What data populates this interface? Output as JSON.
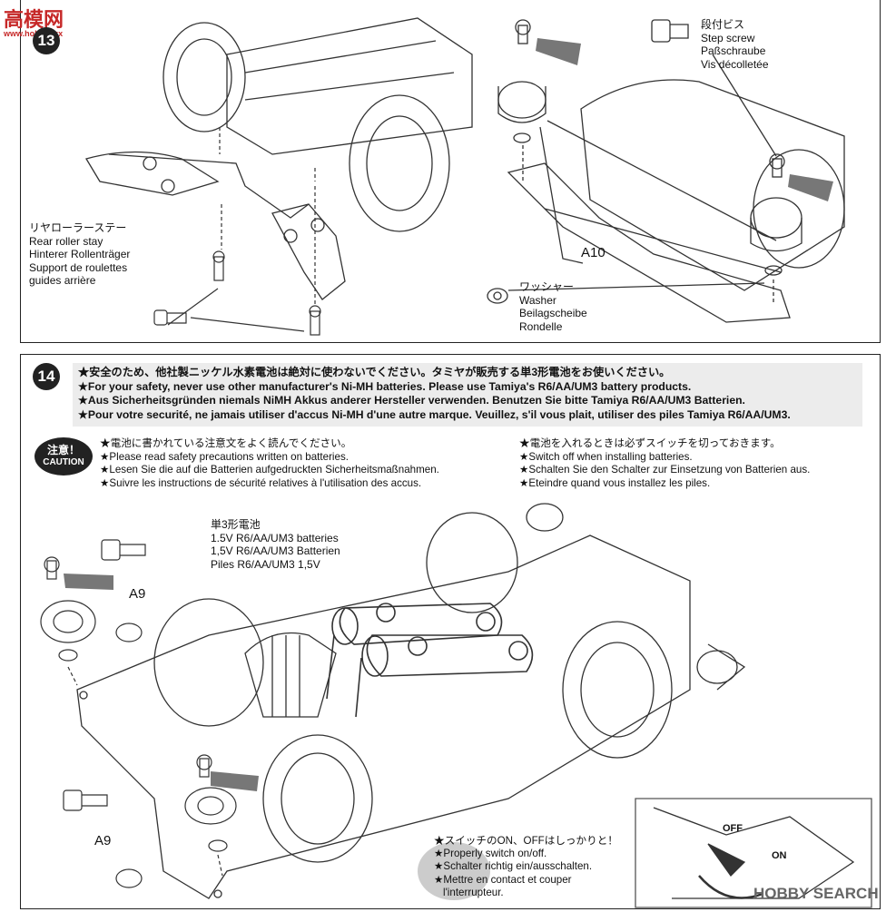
{
  "watermark_top": {
    "logo": "高",
    "site": "模网",
    "url": "www.hobbyxxx"
  },
  "watermark_bottom": "HOBBY SEARCH",
  "step13": {
    "number": "13",
    "rear_roller_stay": [
      "リヤローラーステー",
      "Rear roller stay",
      "Hinterer Rollenträger",
      "Support de roulettes",
      "guides arrière"
    ],
    "step_screw": [
      "段付ビス",
      "Step screw",
      "Paßschraube",
      "Vis décolletée"
    ],
    "washer": [
      "ワッシャー",
      "Washer",
      "Beilagscheibe",
      "Rondelle"
    ],
    "part_a10": "A10"
  },
  "step14": {
    "number": "14",
    "warning": [
      "★安全のため、他社製ニッケル水素電池は絶対に使わないでください。タミヤが販売する単3形電池をお使いください。",
      "★For your safety, never use other manufacturer's Ni-MH batteries. Please use Tamiya's R6/AA/UM3 battery products.",
      "★Aus Sicherheitsgründen niemals NiMH Akkus anderer Hersteller verwenden. Benutzen Sie bitte Tamiya R6/AA/UM3 Batterien.",
      "★Pour votre securité, ne jamais utiliser d'accus Ni-MH d'une autre marque. Veuillez, s'il vous plait, utiliser des piles Tamiya R6/AA/UM3."
    ],
    "caution_jp": "注意！",
    "caution_en": "CAUTION",
    "caution_left": [
      "★電池に書かれている注意文をよく読んでください。",
      "★Please read safety precautions written on batteries.",
      "★Lesen Sie die auf die Batterien aufgedruckten Sicherheitsmaßnahmen.",
      "★Suivre les instructions de sécurité relatives à l'utilisation des accus."
    ],
    "caution_right": [
      "★電池を入れるときは必ずスイッチを切っておきます。",
      "★Switch off when installing batteries.",
      "★Schalten Sie den Schalter zur Einsetzung von Batterien aus.",
      "★Eteindre quand vous installez les piles."
    ],
    "batteries": [
      "単3形電池",
      "1.5V R6/AA/UM3 batteries",
      "1,5V R6/AA/UM3 Batterien",
      "Piles R6/AA/UM3 1,5V"
    ],
    "part_a9_top": "A9",
    "part_a9_bottom": "A9",
    "switch_off": "OFF",
    "switch_on": "ON",
    "switch_note": [
      "★スイッチのON、OFFはしっかりと！",
      "★Properly switch on/off.",
      "★Schalter richtig ein/ausschalten.",
      "★Mettre en contact et couper",
      "l'interrupteur."
    ]
  }
}
